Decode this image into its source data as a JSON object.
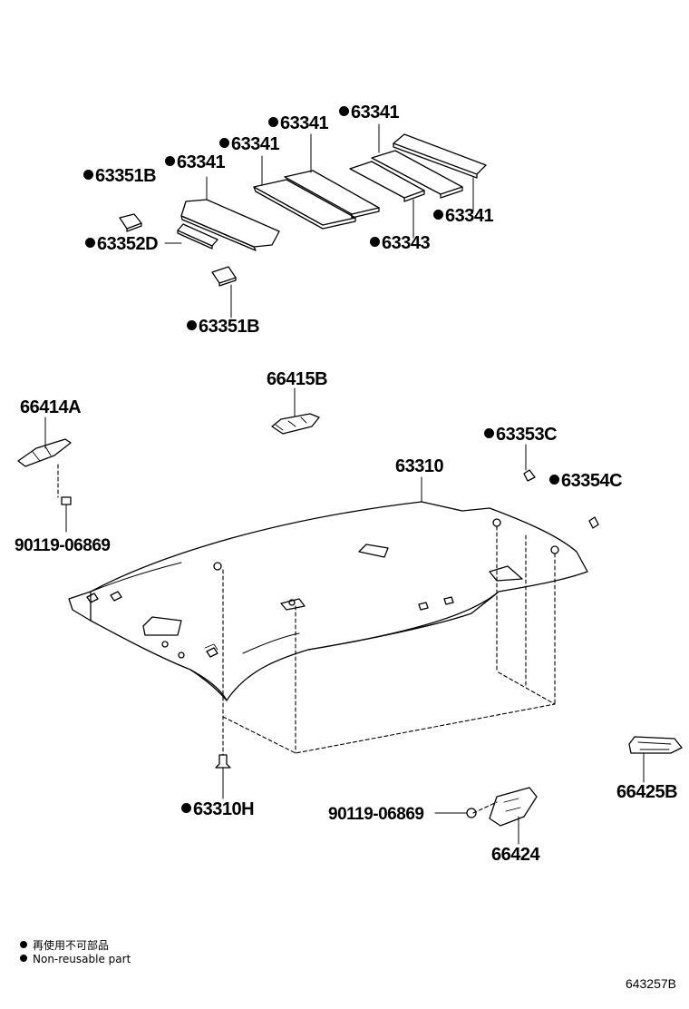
{
  "parts": {
    "p63341_a": "63341",
    "p63341_b": "63341",
    "p63341_c": "63341",
    "p63341_d": "63341",
    "p63341_e": "63341",
    "p63351B_top": "63351B",
    "p63352D": "63352D",
    "p63343": "63343",
    "p63351B_bottom": "63351B",
    "p66415B": "66415B",
    "p66414A": "66414A",
    "p63353C": "63353C",
    "p63310": "63310",
    "p63354C": "63354C",
    "p90119_left": "90119-06869",
    "p63310H": "63310H",
    "p90119_bottom": "90119-06869",
    "p66424": "66424",
    "p66425B": "66425B"
  },
  "legend": {
    "jp": "再使用不可部品",
    "en": "Non-reusable part"
  },
  "diagram_code": "643257B",
  "colors": {
    "line": "#000000",
    "background": "#ffffff"
  }
}
